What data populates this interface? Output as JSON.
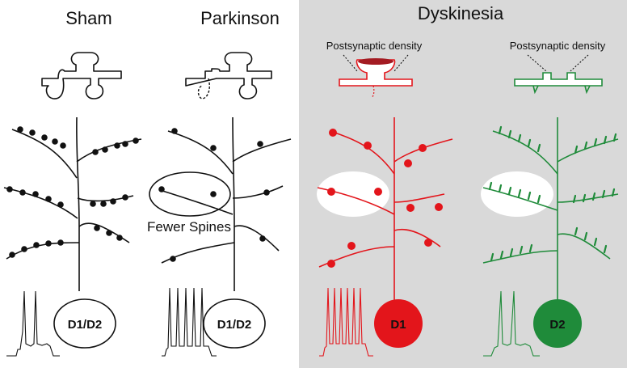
{
  "panels": {
    "sham": {
      "title": "Sham",
      "soma_label": "D1/D2"
    },
    "parkinson": {
      "title": "Parkinson",
      "soma_label": "D1/D2",
      "callout": "Fewer Spines"
    },
    "dyskinesia": {
      "title": "Dyskinesia"
    },
    "d1": {
      "psd_label": "Postsynaptic density",
      "soma_label": "D1"
    },
    "d2": {
      "psd_label": "Postsynaptic density",
      "soma_label": "D2"
    }
  },
  "colors": {
    "ink": "#111111",
    "dyskinesia_background": "#d9d9d9",
    "d1": "#e3151b",
    "d2": "#1f8b3a",
    "psd": "#a31b22",
    "white": "#ffffff"
  }
}
